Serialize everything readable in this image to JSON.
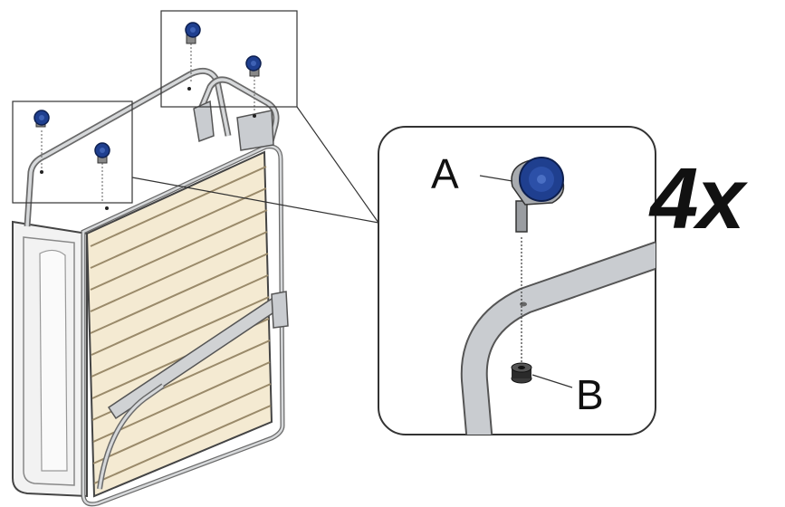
{
  "detail": {
    "label_a": "A",
    "label_b": "B",
    "multiplier": "4x"
  },
  "colors": {
    "frame": "#c9ccd0",
    "frame_stroke": "#555555",
    "slat": "#f2e4c4",
    "slat_stroke": "#9a8a6a",
    "caster": "#1f3f8f",
    "outline": "#333333"
  }
}
